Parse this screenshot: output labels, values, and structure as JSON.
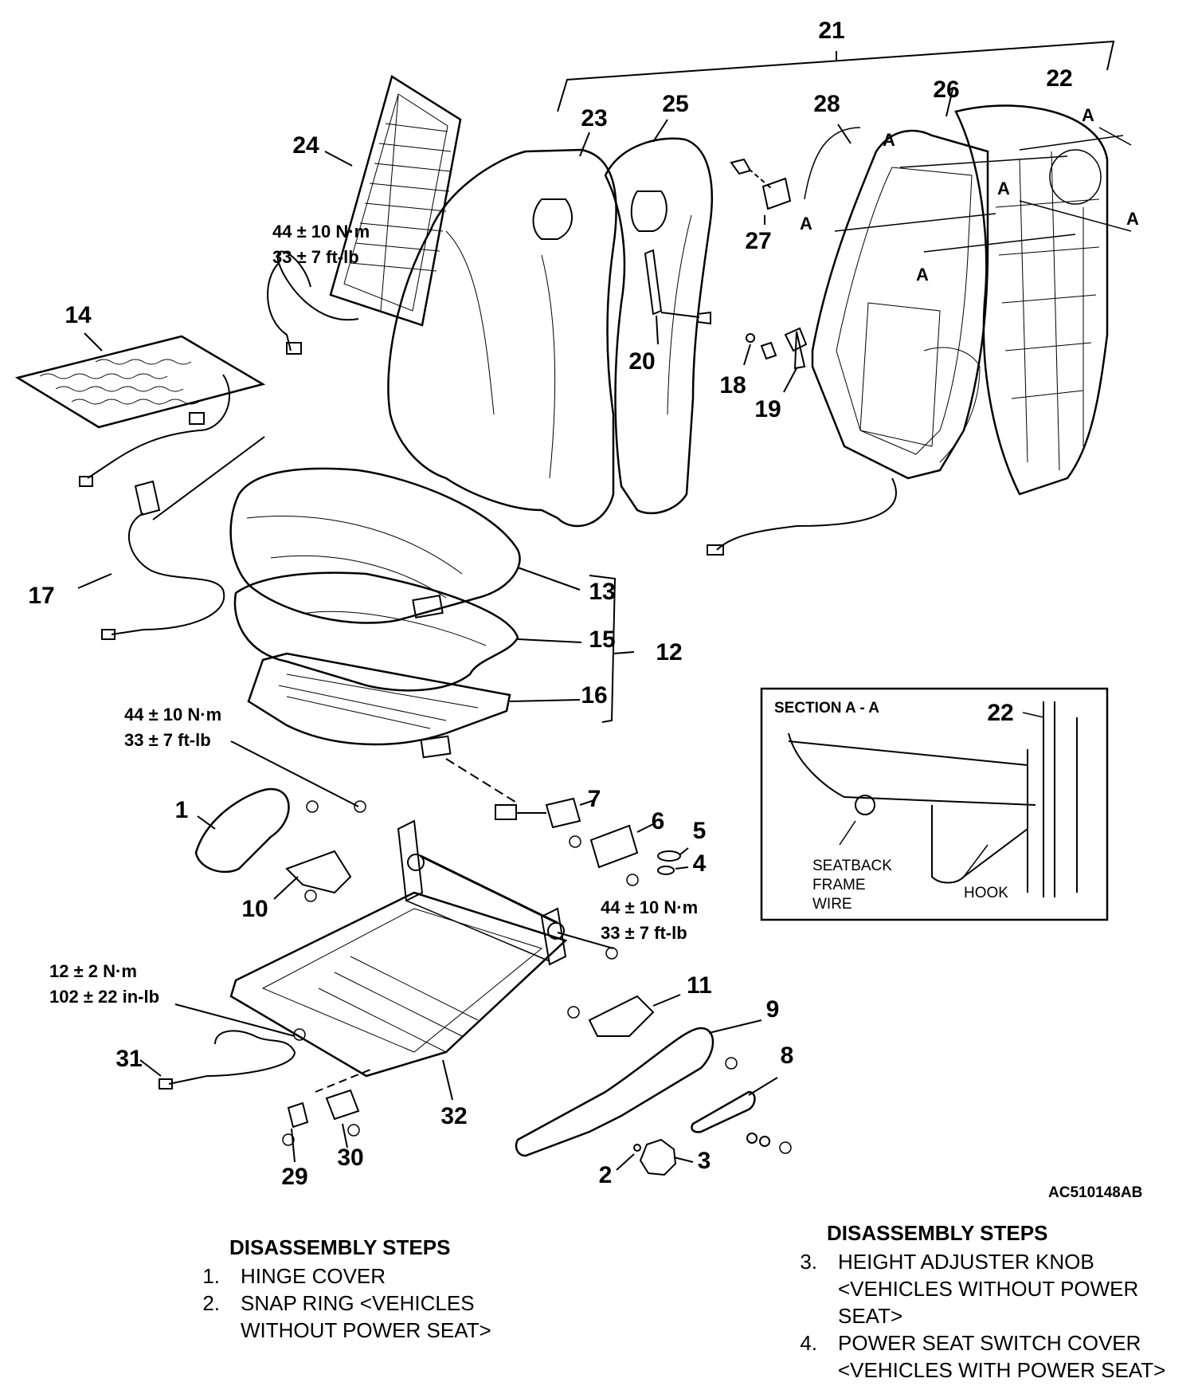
{
  "callouts": {
    "c1": "1",
    "c2": "2",
    "c3": "3",
    "c4": "4",
    "c5": "5",
    "c6": "6",
    "c7": "7",
    "c8": "8",
    "c9": "9",
    "c10": "10",
    "c11": "11",
    "c12": "12",
    "c13": "13",
    "c14": "14",
    "c15": "15",
    "c16": "16",
    "c17": "17",
    "c18": "18",
    "c19": "19",
    "c20": "20",
    "c21": "21",
    "c22": "22",
    "c23": "23",
    "c24": "24",
    "c25": "25",
    "c26": "26",
    "c27": "27",
    "c28": "28",
    "c29": "29",
    "c30": "30",
    "c31": "31",
    "c32": "32"
  },
  "arrow_label": "A",
  "torque": {
    "seatbelt_nm": "44 ± 10 N·m",
    "seatbelt_ftlb": "33 ± 7 ft-lb",
    "hinge_nm": "44 ± 10 N·m",
    "hinge_ftlb": "33 ± 7 ft-lb",
    "rear_nm": "44 ± 10 N·m",
    "rear_ftlb": "33 ± 7 ft-lb",
    "harness_nm": "12 ± 2 N·m",
    "harness_inlb": "102 ± 22 in-lb"
  },
  "section": {
    "title": "SECTION A - A",
    "part": "22",
    "wire_line1": "SEATBACK",
    "wire_line2": "FRAME",
    "wire_line3": "WIRE",
    "hook": "HOOK"
  },
  "figure_code": "AC510148AB",
  "steps_left": {
    "heading": "DISASSEMBLY STEPS",
    "items": [
      {
        "num": "1.",
        "text": "HINGE COVER"
      },
      {
        "num": "2.",
        "text": "SNAP RING <VEHICLES WITHOUT POWER SEAT>"
      }
    ]
  },
  "steps_right": {
    "heading": "DISASSEMBLY STEPS",
    "items": [
      {
        "num": "3.",
        "text": "HEIGHT ADJUSTER KNOB <VEHICLES WITHOUT POWER SEAT>"
      },
      {
        "num": "4.",
        "text": "POWER SEAT SWITCH COVER <VEHICLES WITH POWER SEAT>"
      }
    ]
  }
}
